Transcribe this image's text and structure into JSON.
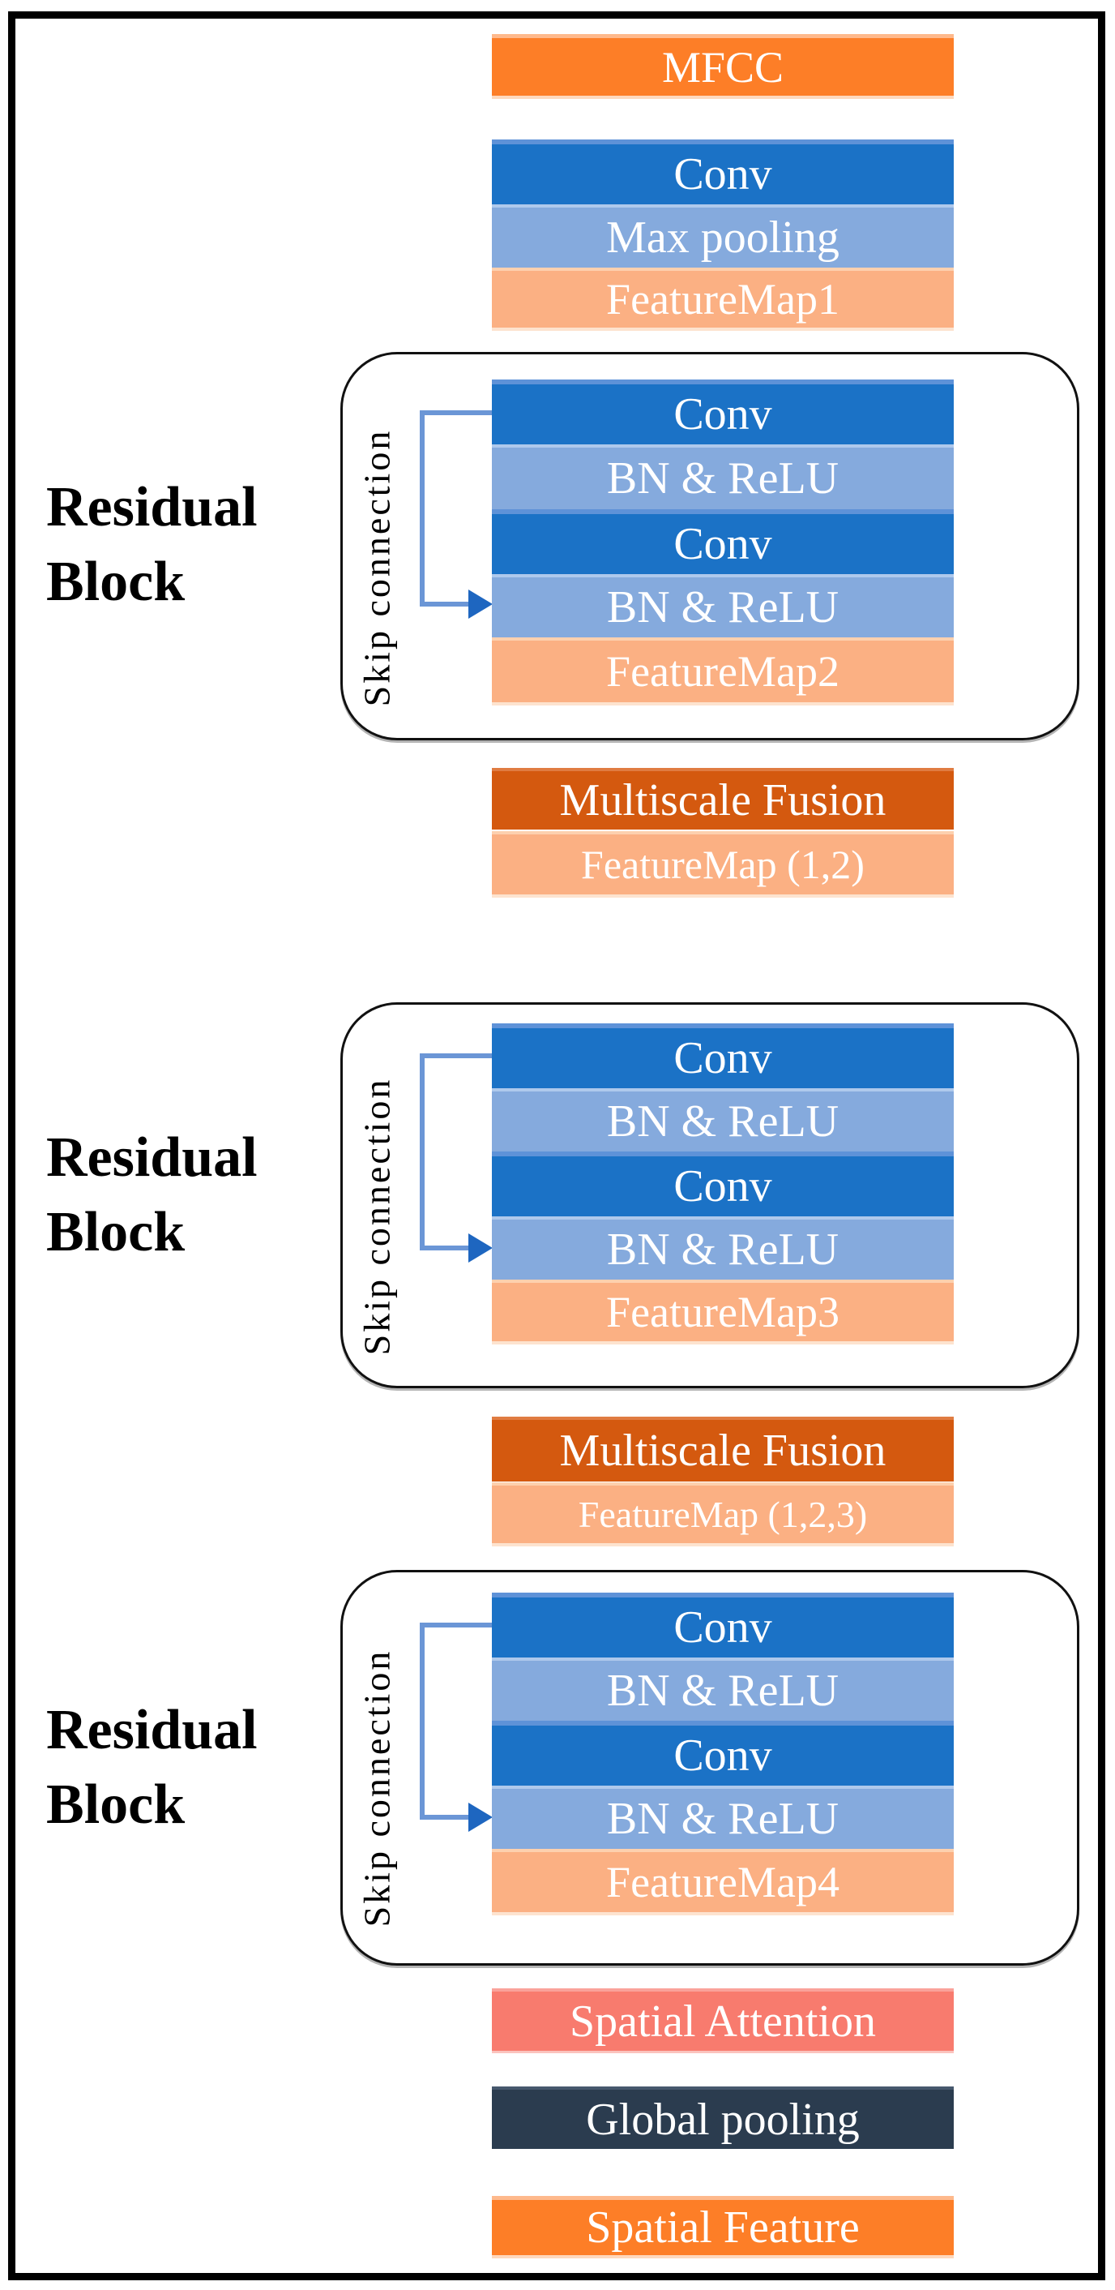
{
  "diagram": {
    "title_hint": "CNN architecture with residual blocks, multiscale fusion and spatial attention",
    "input": {
      "label": "MFCC"
    },
    "stem": {
      "conv": "Conv",
      "pool": "Max pooling",
      "fmap": "FeatureMap1"
    },
    "residual_blocks": [
      {
        "label_line1": "Residual",
        "label_line2": "Block",
        "skip_label": "Skip connection",
        "rows": [
          "Conv",
          "BN & ReLU",
          "Conv",
          "BN & ReLU",
          "FeatureMap2"
        ]
      },
      {
        "label_line1": "Residual",
        "label_line2": "Block",
        "skip_label": "Skip connection",
        "rows": [
          "Conv",
          "BN & ReLU",
          "Conv",
          "BN & ReLU",
          "FeatureMap3"
        ]
      },
      {
        "label_line1": "Residual",
        "label_line2": "Block",
        "skip_label": "Skip connection",
        "rows": [
          "Conv",
          "BN & ReLU",
          "Conv",
          "BN & ReLU",
          "FeatureMap4"
        ]
      }
    ],
    "fusions": [
      {
        "title": "Multiscale Fusion",
        "fmap": "FeatureMap (1,2)"
      },
      {
        "title": "Multiscale Fusion",
        "fmap": "FeatureMap (1,2,3)"
      }
    ],
    "tail": [
      {
        "label": "Spatial Attention"
      },
      {
        "label": "Global pooling"
      },
      {
        "label": "Spatial Feature"
      }
    ],
    "colors": {
      "input_orange": "#FD7E27",
      "conv_blue": "#1B72C6",
      "bn_light_blue": "#85AADD",
      "featuremap_light_orange": "#FBB083",
      "fusion_dark_orange": "#D4590F",
      "attention_salmon": "#F87B6E",
      "pooling_navy": "#2B3C4F",
      "skip_line_blue": "#6B96D6",
      "skip_arrow_blue": "#1E66C0",
      "frame_black": "#000000"
    }
  }
}
